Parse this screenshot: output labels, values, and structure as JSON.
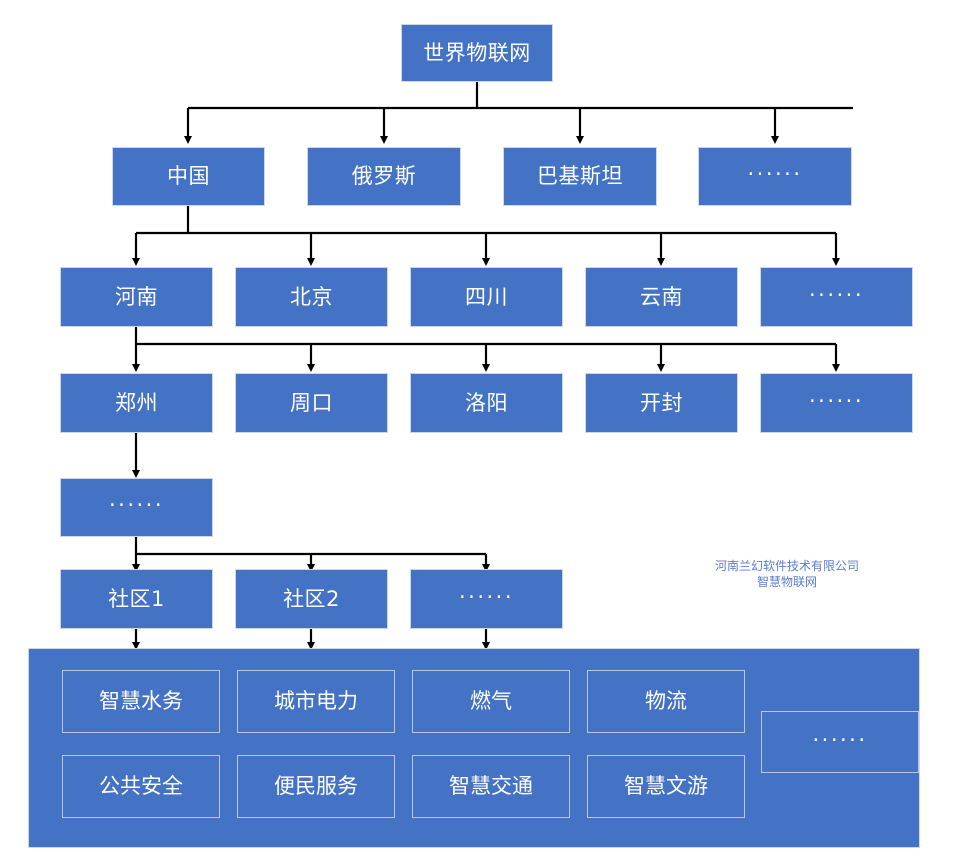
{
  "diagram": {
    "title": "世界物联网",
    "ellipsis_glyph": "······",
    "accent_color": "#4472C4",
    "connector_color": "#000000",
    "box_border_color": "#cfd6e4",
    "service_border_color": "#b9c6e0",
    "text_color": "#ffffff",
    "watermark_color": "#5B7BD5"
  },
  "levels": {
    "root": {
      "label": "世界物联网"
    },
    "countries": [
      {
        "label": "中国"
      },
      {
        "label": "俄罗斯"
      },
      {
        "label": "巴基斯坦"
      },
      {
        "label": "······"
      }
    ],
    "provinces": [
      {
        "label": "河南"
      },
      {
        "label": "北京"
      },
      {
        "label": "四川"
      },
      {
        "label": "云南"
      },
      {
        "label": "······"
      }
    ],
    "cities": [
      {
        "label": "郑州"
      },
      {
        "label": "周口"
      },
      {
        "label": "洛阳"
      },
      {
        "label": "开封"
      },
      {
        "label": "······"
      }
    ],
    "districts": [
      {
        "label": "······"
      }
    ],
    "communities": [
      {
        "label": "社区1"
      },
      {
        "label": "社区2"
      },
      {
        "label": "······"
      }
    ]
  },
  "services": {
    "row1": [
      {
        "label": "智慧水务"
      },
      {
        "label": "城市电力"
      },
      {
        "label": "燃气"
      },
      {
        "label": "物流"
      }
    ],
    "row2": [
      {
        "label": "公共安全"
      },
      {
        "label": "便民服务"
      },
      {
        "label": "智慧交通"
      },
      {
        "label": "智慧文游"
      }
    ],
    "more": {
      "label": "······"
    }
  },
  "watermark": {
    "line1": "河南兰幻软件技术有限公司",
    "line2": "智慧物联网"
  }
}
